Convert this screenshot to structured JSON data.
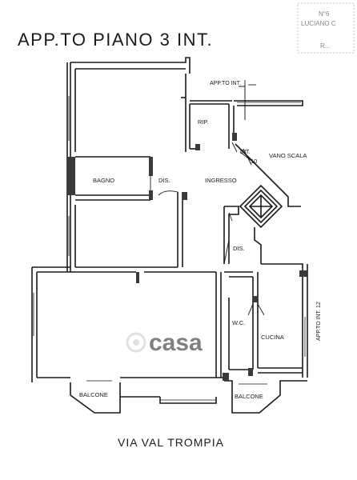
{
  "title": "APP.TO PIANO 3 INT.",
  "street": "VIA VAL TROMPIA",
  "stamp": {
    "lines": [
      "N°6",
      "LUCIANO C",
      "R..."
    ]
  },
  "watermark": "casa",
  "labels": {
    "app_to_int_top": "APP.TO INT.",
    "rip": "RIP.",
    "int": "INT.",
    "int_number": "10",
    "vano_scala": "VANO SCALA",
    "bagno": "BAGNO",
    "dis_1": "DIS.",
    "ingresso": "INGRESSO",
    "dis_2": "DIS.",
    "wc": "W.C.",
    "cucina": "CUCINA",
    "app_to_int_12": "APP.TO INT. 12",
    "balcone_left": "BALCONE",
    "balcone_right": "BALCONE"
  },
  "colors": {
    "line": "#1a1a1a",
    "fill": "#3a3a3a",
    "watermark": "#c8c8c8"
  }
}
